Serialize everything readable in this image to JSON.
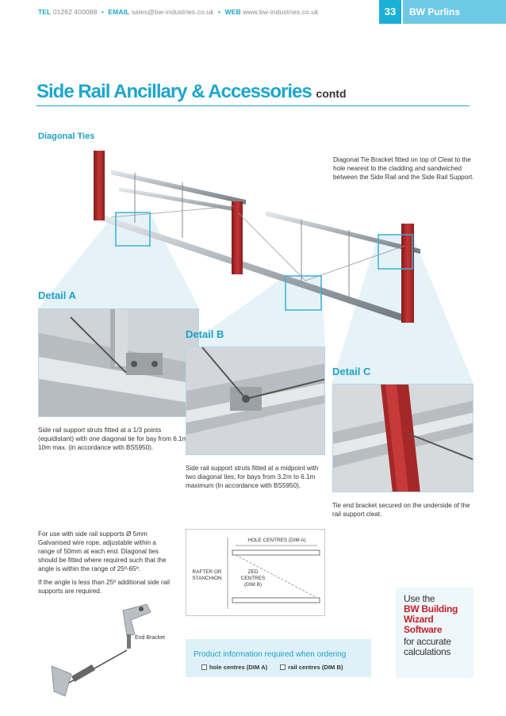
{
  "header": {
    "tel_label": "TEL",
    "tel_value": "01262 400088",
    "email_label": "EMAIL",
    "email_value": "sales@bw-industries.co.uk",
    "web_label": "WEB",
    "web_value": "www.bw-industries.co.uk",
    "separator": "•",
    "page_number": "33",
    "brand": "BW Purlins"
  },
  "title": {
    "main": "Side Rail Ancillary & Accessories",
    "suffix": "contd"
  },
  "section": {
    "heading": "Diagonal Ties",
    "bracket_note": "Diagonal Tie Bracket fitted on top of Cleat to the hole nearest to the cladding and sandwiched between the Side Rail and the Side Rail Support."
  },
  "details": {
    "a": {
      "label": "Detail A",
      "caption": "Side rail support struts fitted at a 1/3 points (equidistant) with one diagonal tie for bay from 6.1m–10m max. (in accordance with BS5950)."
    },
    "b": {
      "label": "Detail B",
      "caption": "Side rail support struts fitted at a midpoint with two diagonal ties, for bays from 3.2m to 6.1m maximum (In accordance with BS5950)."
    },
    "c": {
      "label": "Detail C",
      "caption": "Tie end bracket secured on the underside of the rail support cleat."
    }
  },
  "wire": {
    "para1": "For use with side rail supports Ø 5mm Galvanised wire rope, adjustable within a range of 50mm at each end. Diagonal ties should be fitted where required such that the angle is within the range of 25º-65º.",
    "para2": "If the angle is less than 25º additional side rail supports are required.",
    "end_bracket_label": "End Bracket"
  },
  "dimension_diagram": {
    "hole_centres": "HOLE CENTRES (DIM A)",
    "rafter_line1": "RAFTER OR",
    "rafter_line2": "STANCHION",
    "zed_line1": "ZED",
    "zed_line2": "CENTRES",
    "zed_line3": "(DIM B)"
  },
  "ordering": {
    "title": "Product information required when ordering",
    "opt1": "hole centres (DIM A)",
    "opt2": "rail centres (DIM B)"
  },
  "promo": {
    "line1": "Use the",
    "highlight": "BW Building Wizard Software",
    "line3": "for accurate calculations"
  },
  "colors": {
    "accent": "#1da6cc",
    "red": "#c62026",
    "steel_red": "#b22a2a"
  }
}
